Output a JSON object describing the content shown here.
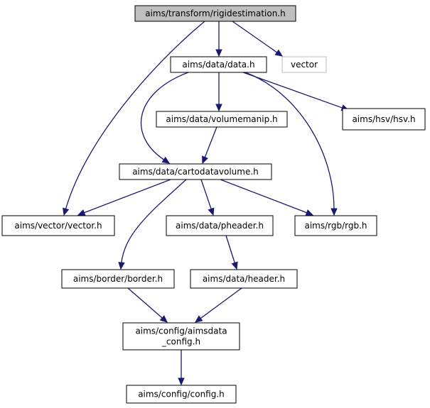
{
  "colors": {
    "edge": "#191970",
    "root_fill": "#bfbfbf",
    "node_border": "#000000",
    "external_border": "#bfbfbf",
    "node_text": "#000000",
    "background": "#ffffff"
  },
  "nodes": [
    {
      "id": "rigidestimation",
      "label": "aims/transform/rigidestimation.h",
      "kind": "root"
    },
    {
      "id": "data",
      "label": "aims/data/data.h",
      "kind": "normal"
    },
    {
      "id": "vector_std",
      "label": "vector",
      "kind": "external"
    },
    {
      "id": "volumemanip",
      "label": "aims/data/volumemanip.h",
      "kind": "normal"
    },
    {
      "id": "hsv",
      "label": "aims/hsv/hsv.h",
      "kind": "normal"
    },
    {
      "id": "cartodatavolume",
      "label": "aims/data/cartodatavolume.h",
      "kind": "normal"
    },
    {
      "id": "vector_h",
      "label": "aims/vector/vector.h",
      "kind": "normal"
    },
    {
      "id": "pheader",
      "label": "aims/data/pheader.h",
      "kind": "normal"
    },
    {
      "id": "rgb",
      "label": "aims/rgb/rgb.h",
      "kind": "normal"
    },
    {
      "id": "border",
      "label": "aims/border/border.h",
      "kind": "normal"
    },
    {
      "id": "header",
      "label": "aims/data/header.h",
      "kind": "normal"
    },
    {
      "id": "aimsdata_config",
      "label": "aims/config/aimsdata\n_config.h",
      "kind": "normal"
    },
    {
      "id": "config",
      "label": "aims/config/config.h",
      "kind": "normal"
    }
  ],
  "edges": [
    {
      "from": "rigidestimation",
      "to": "data"
    },
    {
      "from": "rigidestimation",
      "to": "vector_std"
    },
    {
      "from": "rigidestimation",
      "to": "vector_h"
    },
    {
      "from": "data",
      "to": "volumemanip"
    },
    {
      "from": "data",
      "to": "cartodatavolume"
    },
    {
      "from": "data",
      "to": "hsv"
    },
    {
      "from": "data",
      "to": "rgb"
    },
    {
      "from": "volumemanip",
      "to": "cartodatavolume"
    },
    {
      "from": "cartodatavolume",
      "to": "vector_h"
    },
    {
      "from": "cartodatavolume",
      "to": "pheader"
    },
    {
      "from": "cartodatavolume",
      "to": "rgb"
    },
    {
      "from": "cartodatavolume",
      "to": "border"
    },
    {
      "from": "pheader",
      "to": "header"
    },
    {
      "from": "border",
      "to": "aimsdata_config"
    },
    {
      "from": "header",
      "to": "aimsdata_config"
    },
    {
      "from": "aimsdata_config",
      "to": "config"
    }
  ]
}
